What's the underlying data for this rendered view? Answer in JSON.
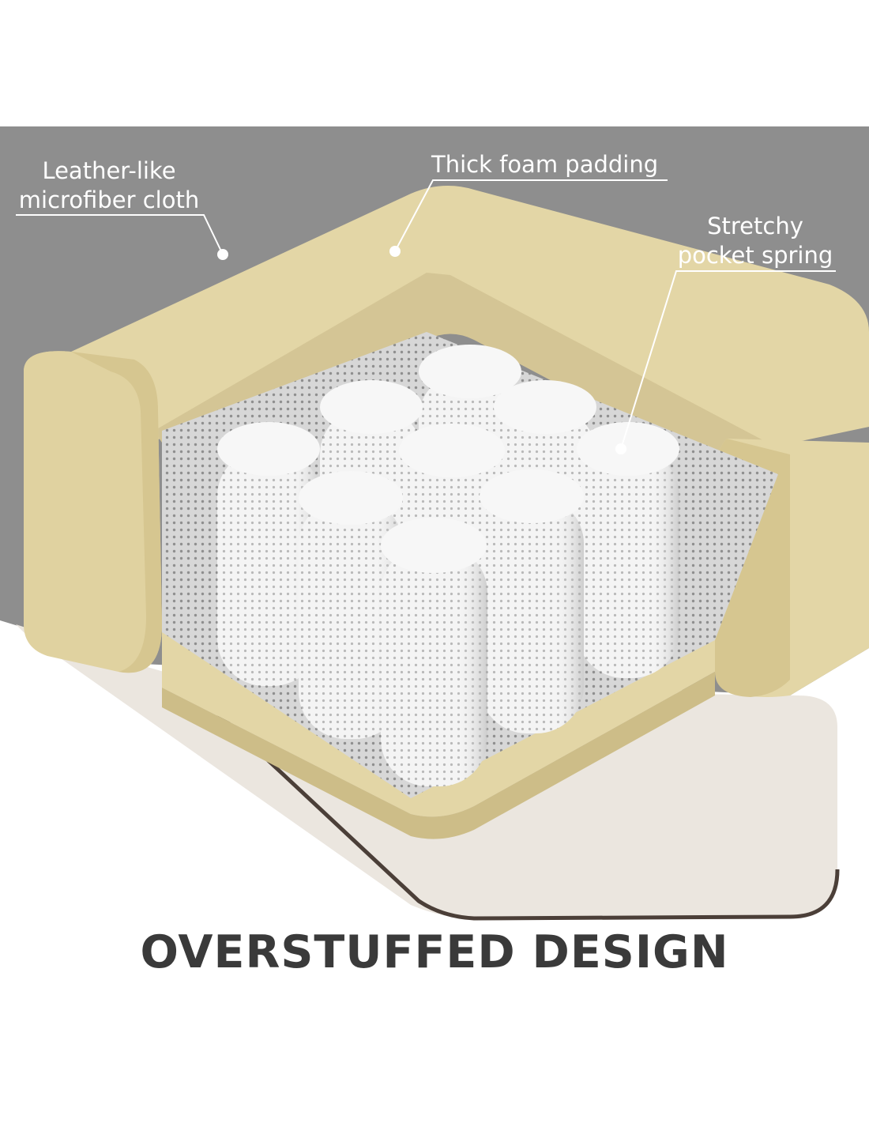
{
  "labels": {
    "leather_line1": "Leather-like",
    "leather_line2": "microfiber cloth",
    "foam": "Thick foam padding",
    "spring_line1": "Stretchy",
    "spring_line2": "pocket spring"
  },
  "headline": "OVERSTUFFED DESIGN",
  "colors": {
    "background_top": "#8e8e8e",
    "background_bottom": "#ffffff",
    "foam": "#e3d6a6",
    "foam_shadow": "#cfbf8a",
    "base_fabric": "#e9e4dd",
    "springs": "#f3f3f3",
    "headline": "#3a3a3a",
    "callout_text": "#ffffff"
  },
  "icons": {
    "callout_marker": "white-dot"
  }
}
